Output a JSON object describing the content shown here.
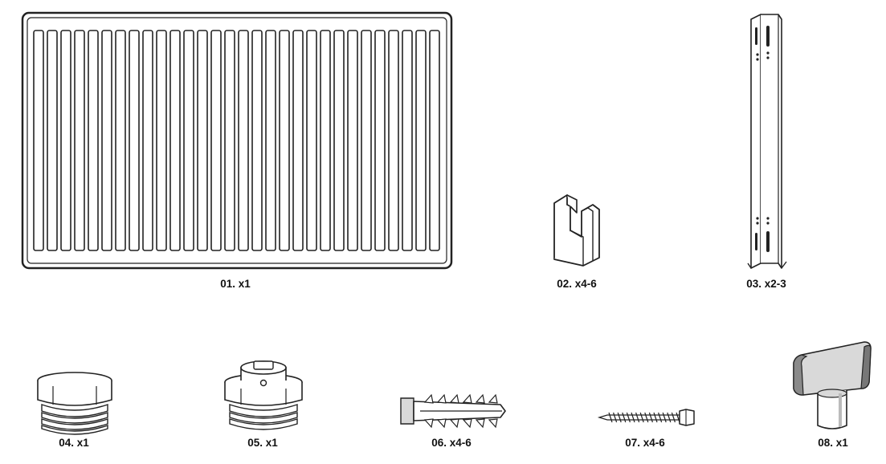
{
  "parts": [
    {
      "label": "01. x1"
    },
    {
      "label": "02. x4-6"
    },
    {
      "label": "03. x2-3"
    },
    {
      "label": "04. x1"
    },
    {
      "label": "05. x1"
    },
    {
      "label": "06. x4-6"
    },
    {
      "label": "07. x4-6"
    },
    {
      "label": "08. x1"
    }
  ],
  "colors": {
    "line": "#222222",
    "fill_light": "#ffffff",
    "fill_shade": "#d9d9d9",
    "fill_dark": "#777777"
  }
}
